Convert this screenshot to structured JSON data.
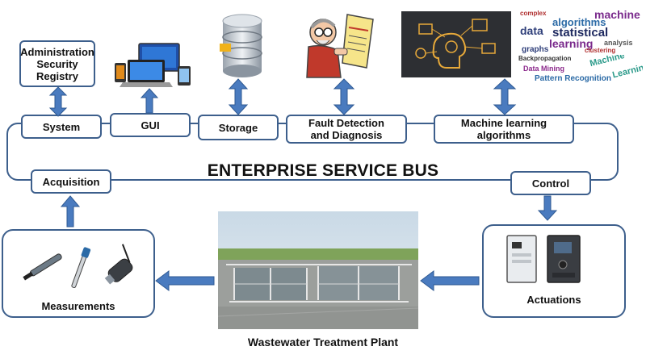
{
  "bus": {
    "title": "ENTERPRISE SERVICE BUS"
  },
  "modules": {
    "admin": {
      "line1": "Administration",
      "line2": "Security",
      "line3": "Registry"
    },
    "system": "System",
    "gui": "GUI",
    "storage": "Storage",
    "fdd": {
      "line1": "Fault Detection",
      "line2": "and Diagnosis"
    },
    "ml": {
      "line1": "Machine learning",
      "line2": "algorithms"
    },
    "acquisition": "Acquisition",
    "control": "Control"
  },
  "sections": {
    "measurements": "Measurements",
    "actuations": "Actuations",
    "plant": "Wastewater Treatment Plant"
  },
  "wordcloud": {
    "words": [
      "machine",
      "algorithms",
      "data",
      "statistical",
      "learning",
      "graphs",
      "clustering",
      "analysis",
      "complex",
      "Backpropagation",
      "Machine",
      "Learning",
      "Data Mining",
      "Pattern Recognition"
    ]
  },
  "colors": {
    "arrow": "#4a7bbf",
    "arrow_border": "#2f5a93",
    "box_border": "#3d5f8c"
  },
  "icons": {
    "laptop_devices": "devices-icon",
    "database": "database-icon",
    "cartoon": "engineer-cartoon-icon",
    "ai_head": "ai-head-icon",
    "sensors": "sensor-probes-icon",
    "drives": "drive-units-icon"
  }
}
